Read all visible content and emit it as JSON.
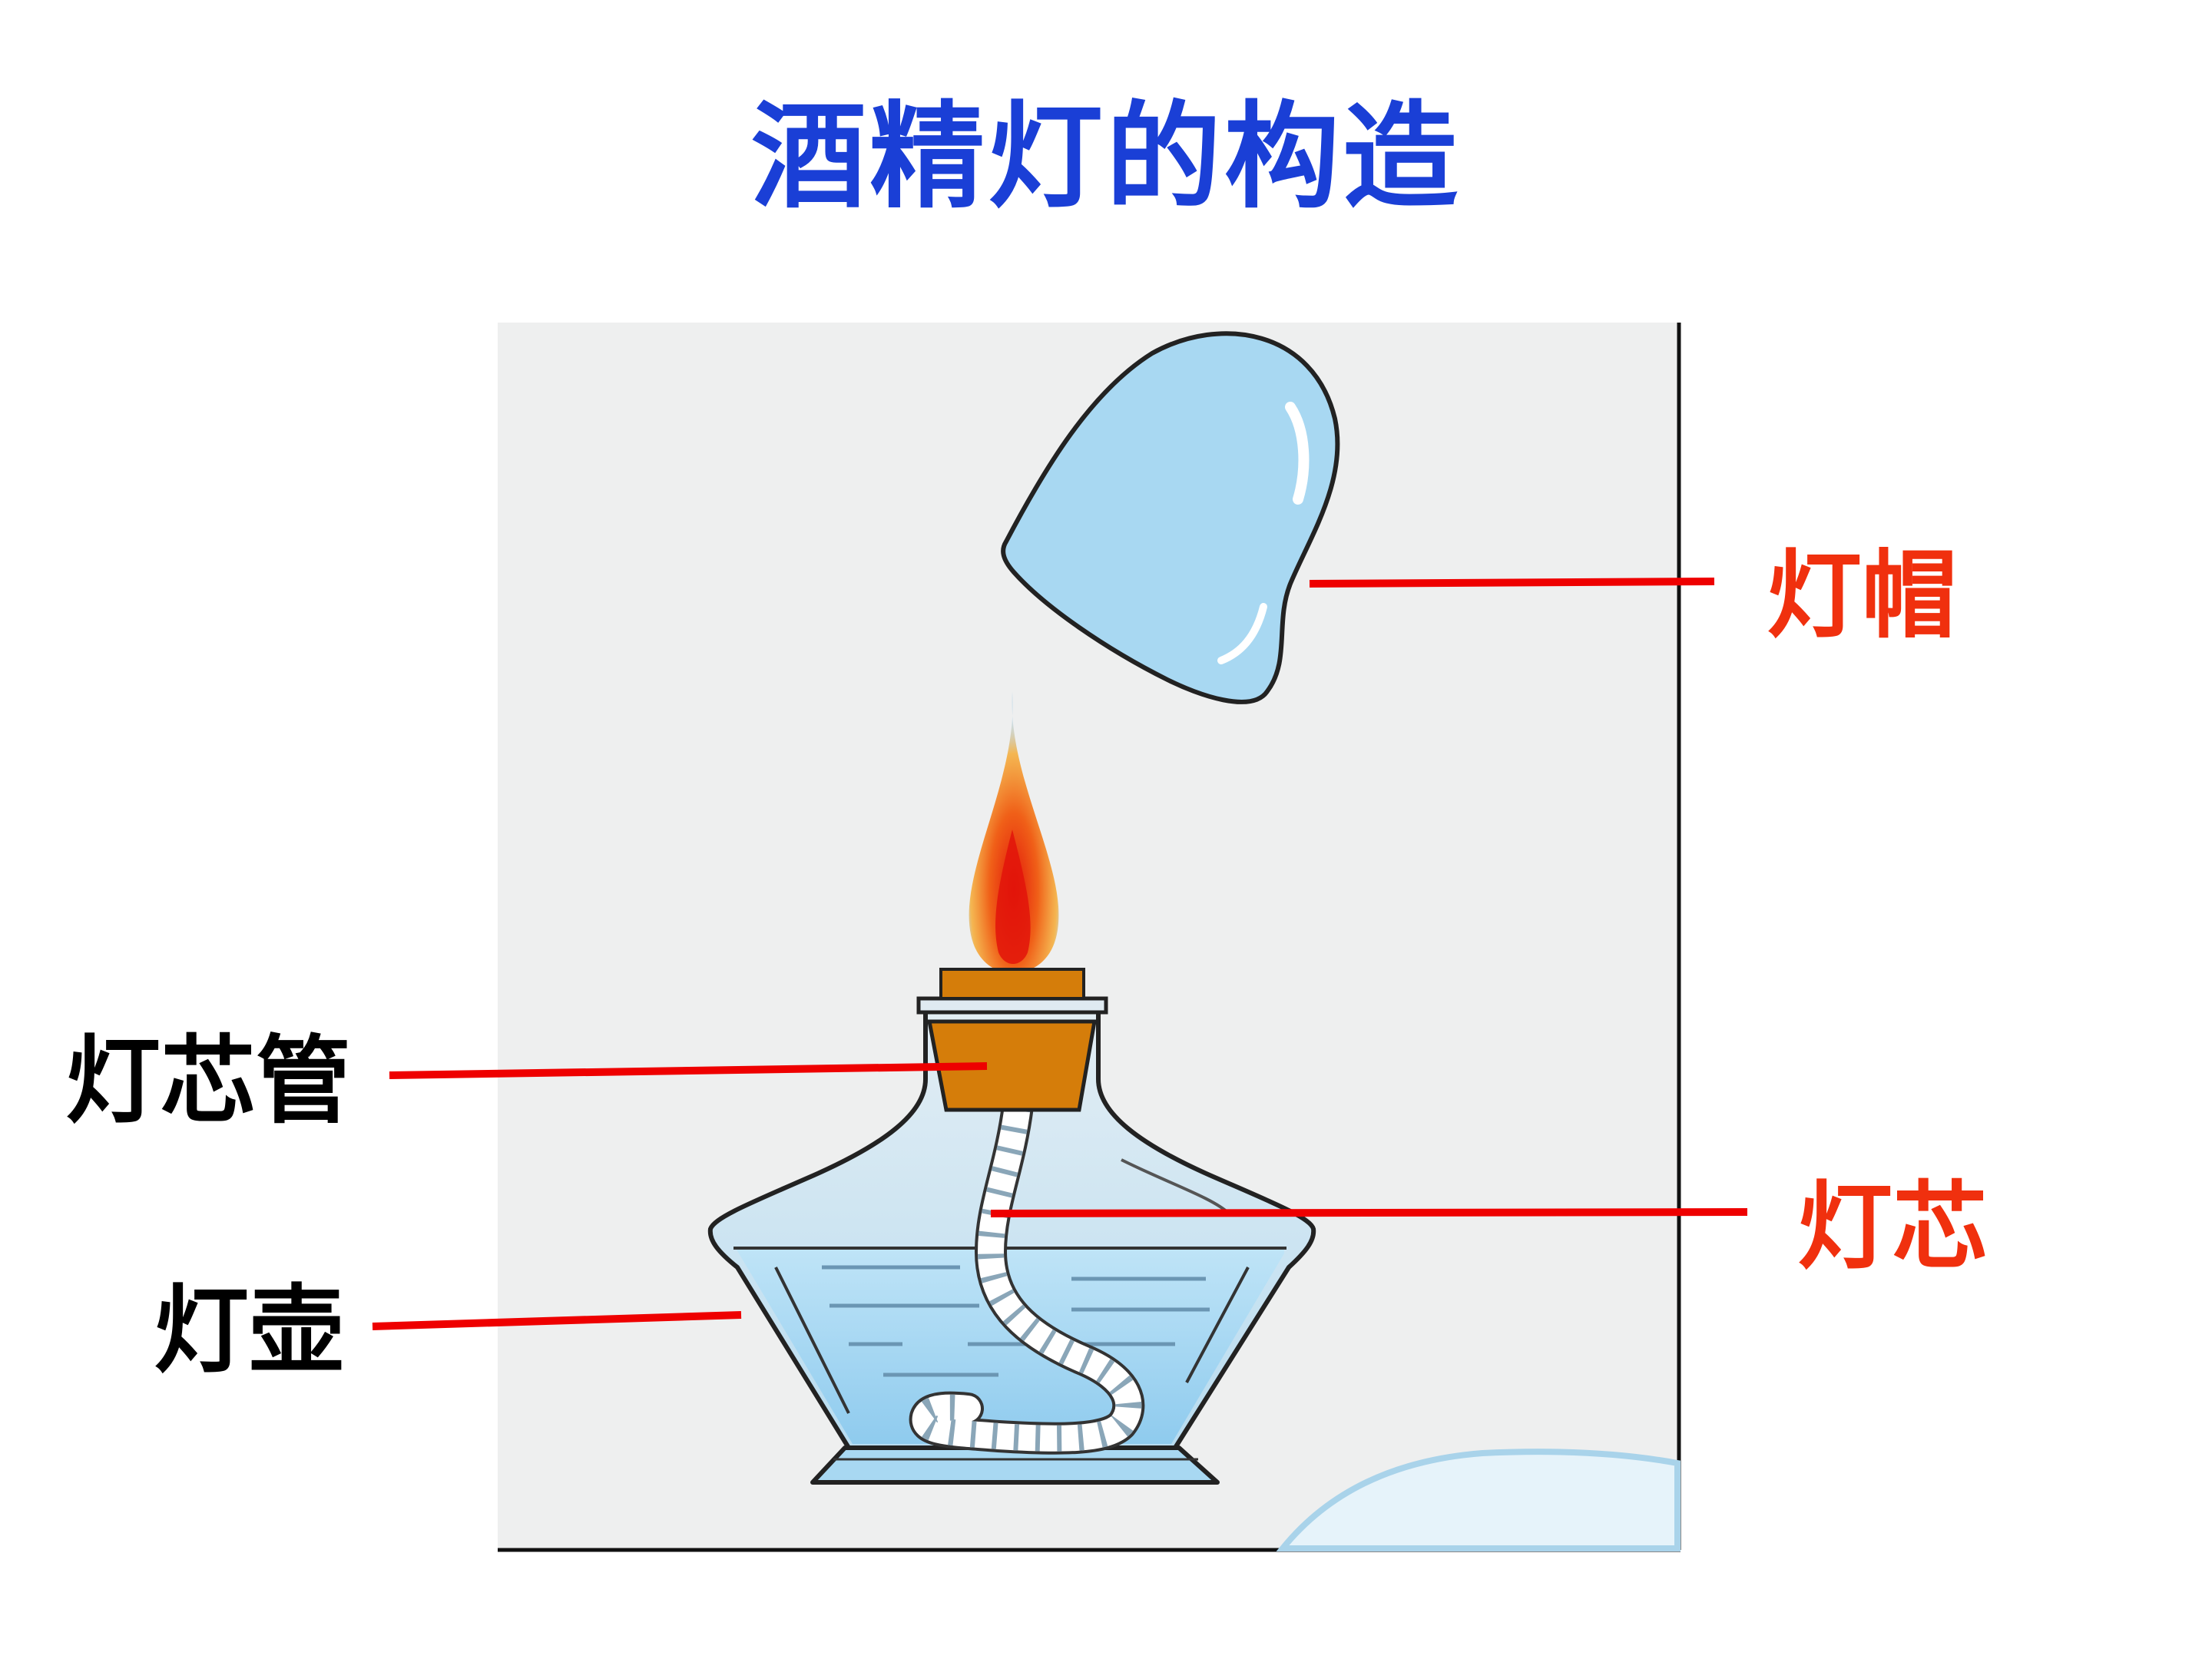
{
  "title": "酒精灯的构造",
  "colors": {
    "title": "#1a3fd6",
    "label_highlight": "#f0300e",
    "label_normal": "#000000",
    "leader_line": "#ee0000",
    "panel_background": "#eeefef",
    "glass": "#a8d8f2",
    "glass_outline": "#222222",
    "wick_holder": "#d57d0a",
    "flame_core": "#e61a0a",
    "flame_outer": "#f0a030"
  },
  "labels": {
    "cap": "灯帽",
    "wick": "灯芯",
    "wick_tube": "灯芯管",
    "pot": "灯壶"
  }
}
